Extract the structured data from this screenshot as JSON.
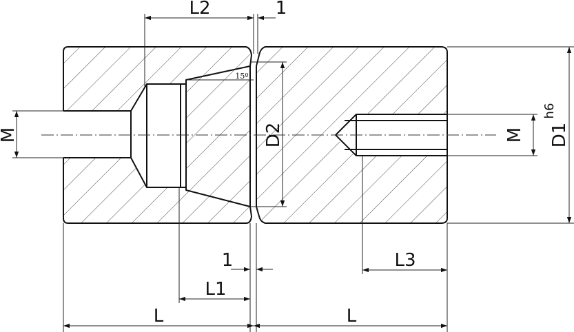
{
  "labels": {
    "L2": "L2",
    "gap_top": "1",
    "angle": "15º",
    "M_left": "M",
    "M_right": "M",
    "D2": "D2",
    "D1": "D1",
    "D1_tol": "h6",
    "gap_bottom": "1",
    "L1": "L1",
    "L3": "L3",
    "L_left": "L",
    "L_right": "L"
  }
}
